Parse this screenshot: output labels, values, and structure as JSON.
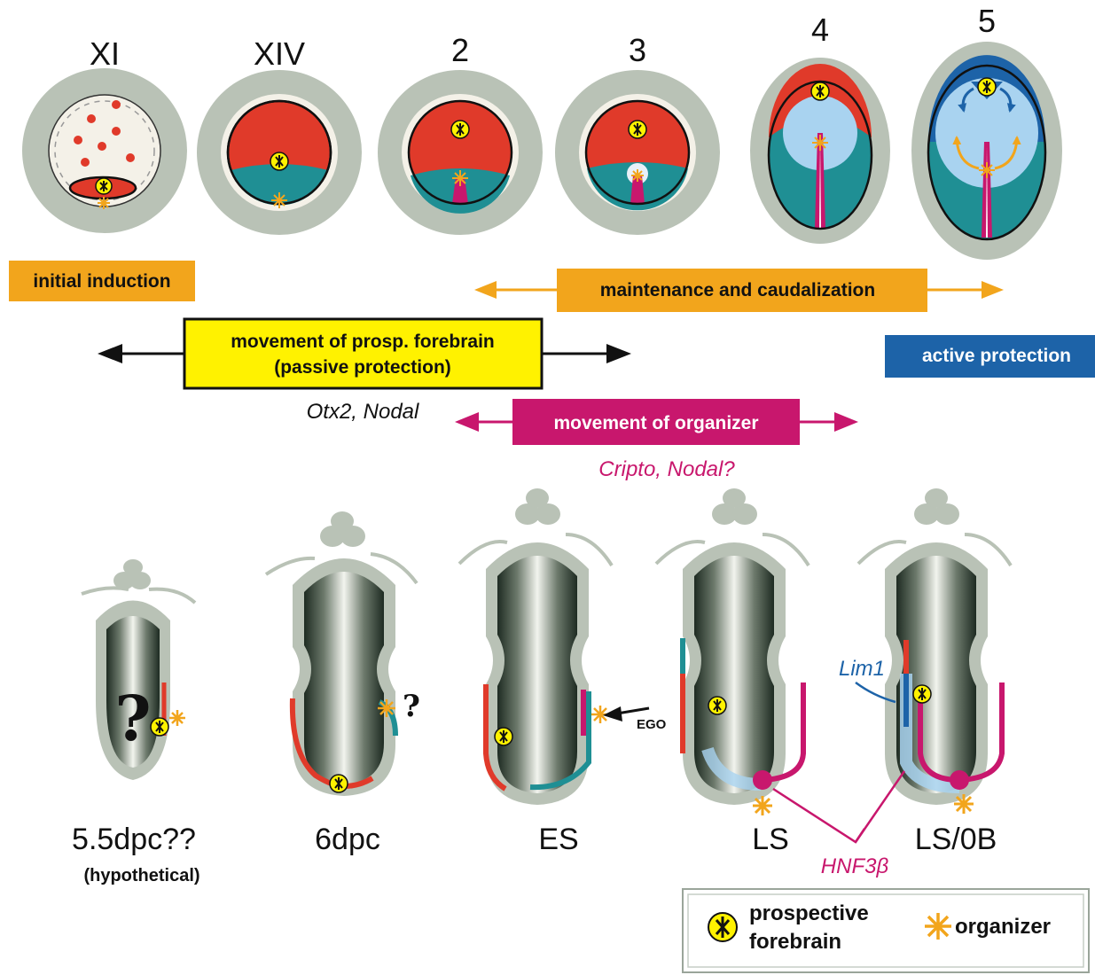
{
  "stages_top": [
    "XI",
    "XIV",
    "2",
    "3",
    "4",
    "5"
  ],
  "stages_bottom": [
    "5.5dpc??",
    "6dpc",
    "ES",
    "LS",
    "LS/0B"
  ],
  "hypothetical_note": "(hypothetical)",
  "processes": {
    "initial_induction": "initial induction",
    "maintenance": "maintenance and caudalization",
    "movement_forebrain_line1": "movement of prosp. forebrain",
    "movement_forebrain_line2": "(passive protection)",
    "active_protection": "active protection",
    "movement_organizer": "movement of organizer"
  },
  "genes": {
    "otx2_nodal": "Otx2, Nodal",
    "cripto_nodal": "Cripto, Nodal?",
    "lim1": "Lim1",
    "hnf3b": "HNF3β"
  },
  "annotations": {
    "question": "?",
    "ego": "EGO"
  },
  "legend": {
    "forebrain_line1": "prospective",
    "forebrain_line2": "forebrain",
    "organizer": "organizer"
  },
  "colors": {
    "orange": "#f2a51c",
    "yellow": "#fff200",
    "magenta": "#c8176d",
    "blue": "#1d63a8",
    "red": "#e03a2a",
    "teal": "#1f8f94",
    "grey": "#b9c2b6",
    "lightblue": "#a9d3f0"
  }
}
